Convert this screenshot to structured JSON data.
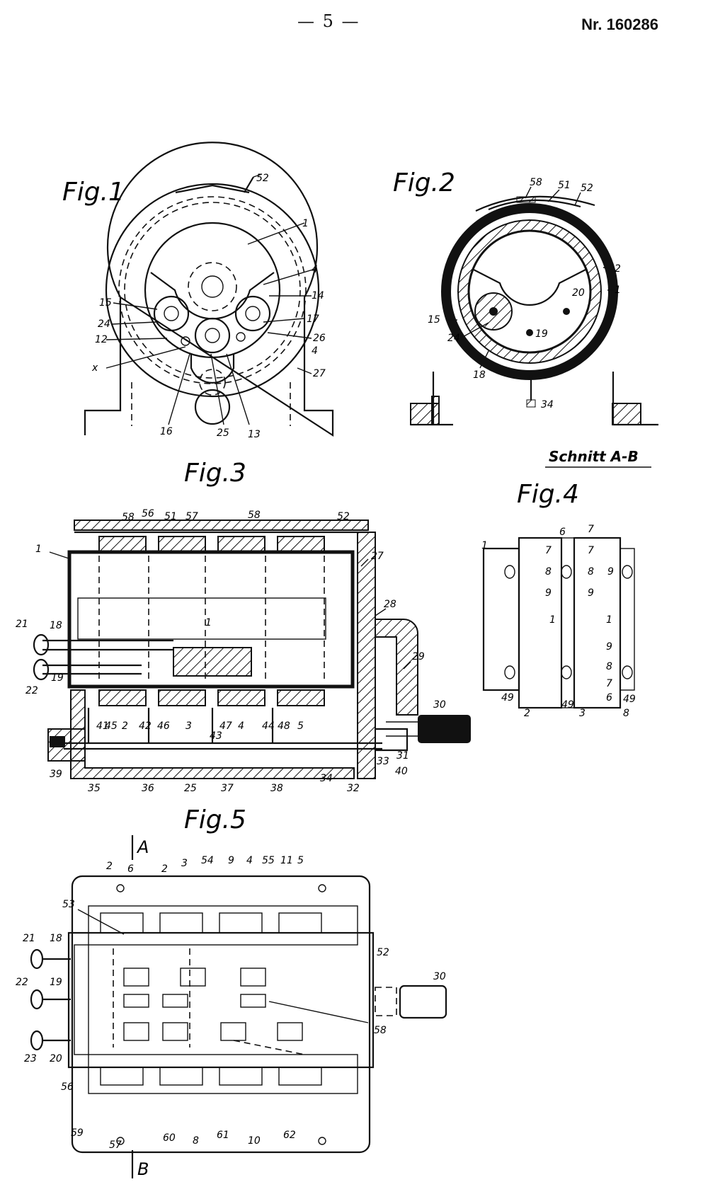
{
  "header": {
    "page_number": "— 5 —",
    "patent_number": "Nr. 160286"
  },
  "figures": {
    "fig1": {
      "title": "Fig.1",
      "labels": [
        "52",
        "1",
        "4",
        "14",
        "15",
        "24",
        "12",
        "x",
        "17",
        "26",
        "4",
        "27",
        "16",
        "25",
        "13"
      ]
    },
    "fig2": {
      "title": "Fig.2",
      "labels": [
        "58",
        "51",
        "52",
        "2",
        "1",
        "20",
        "15",
        "24",
        "19",
        "18",
        "34"
      ],
      "section_label": "Schnitt A-B"
    },
    "fig3": {
      "title": "Fig.3",
      "labels": [
        "58",
        "56",
        "51",
        "57",
        "58",
        "52",
        "1",
        "27",
        "28",
        "29",
        "21",
        "18",
        "1",
        "19",
        "22",
        "30",
        "41",
        "45",
        "2",
        "42",
        "46",
        "3",
        "47",
        "43",
        "4",
        "44",
        "48",
        "5",
        "39",
        "35",
        "36",
        "25",
        "37",
        "38",
        "34",
        "32",
        "33",
        "31",
        "40"
      ]
    },
    "fig4": {
      "title": "Fig.4",
      "labels": [
        "1",
        "6",
        "7",
        "7",
        "7",
        "8",
        "8",
        "9",
        "9",
        "9",
        "1",
        "1",
        "9",
        "8",
        "7",
        "6",
        "49",
        "49",
        "49",
        "2",
        "3",
        "8"
      ]
    },
    "fig5": {
      "title": "Fig.5",
      "section_top": "A",
      "section_bottom": "B",
      "labels": [
        "2",
        "6",
        "2",
        "3",
        "54",
        "9",
        "4",
        "55",
        "11",
        "5",
        "53",
        "21",
        "18",
        "52",
        "30",
        "22",
        "19",
        "23",
        "20",
        "58",
        "56",
        "59",
        "57",
        "60",
        "8",
        "61",
        "10",
        "62"
      ]
    }
  }
}
